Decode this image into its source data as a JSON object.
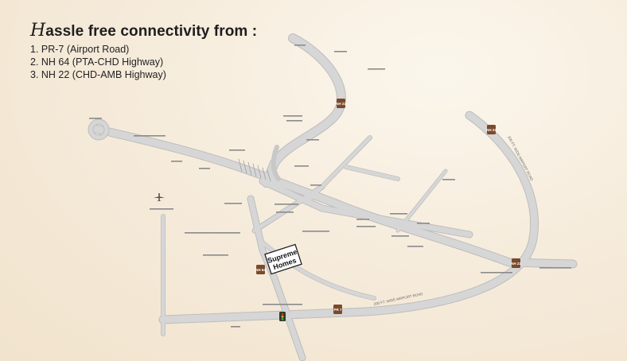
{
  "header": {
    "title_cap": "H",
    "title_rest": "assle free connectivity from :",
    "routes": [
      "1. PR-7 (Airport Road)",
      "2. NH 64 (PTA-CHD Highway)",
      "3. NH 22 (CHD-AMB Highway)"
    ]
  },
  "map": {
    "project_label_line1": "Supreme",
    "project_label_line2": "Homes",
    "road_label_airport": "200 FT. WIDE AIRPORT ROAD",
    "road_label_south": "200 FT. WIDE AIRPORT ROAD",
    "highway_shields": [
      {
        "text": "NH 22"
      },
      {
        "text": "NH 22"
      },
      {
        "text": "NH 22"
      },
      {
        "text": "NH 64"
      },
      {
        "text": "PR 7"
      }
    ],
    "colors": {
      "road": "#d3d3d3",
      "road_edge": "#bcbcbc",
      "shield": "#7a4a2a",
      "background": "#f6ecdc"
    },
    "icons": [
      "airplane-icon",
      "traffic-light-icon"
    ]
  }
}
